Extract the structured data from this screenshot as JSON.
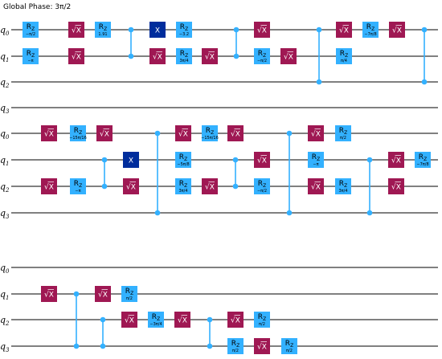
{
  "global_phase": "Global Phase: 3π/2",
  "qubits": [
    "0",
    "1",
    "2",
    "3"
  ],
  "colors": {
    "rz": "#33b1ff",
    "sx": "#9f1853",
    "x": "#002d9c",
    "cz": "#33b1ff",
    "wire": "#000000"
  },
  "rows": [
    {
      "gates": [
        {
          "type": "rz",
          "q": 0,
          "p": "−π/2"
        },
        {
          "type": "rz",
          "q": 1,
          "p": "−π"
        },
        {
          "type": "sx",
          "q": 0
        },
        {
          "type": "sx",
          "q": 1
        },
        {
          "type": "rz",
          "q": 0,
          "p": "1.91"
        },
        {
          "type": "cz",
          "q": [
            0,
            1
          ]
        },
        {
          "type": "x",
          "q": 0
        },
        {
          "type": "sx",
          "q": 1
        },
        {
          "type": "rz",
          "q": 0,
          "p": "−3.2"
        },
        {
          "type": "rz",
          "q": 1,
          "p": "3π/4"
        },
        {
          "type": "sx",
          "q": 1
        },
        {
          "type": "cz",
          "q": [
            0,
            1
          ]
        },
        {
          "type": "sx",
          "q": 0
        },
        {
          "type": "rz",
          "q": 1,
          "p": "−π/2"
        },
        {
          "type": "sx",
          "q": 1
        },
        {
          "type": "cz",
          "q": [
            0,
            2
          ]
        },
        {
          "type": "sx",
          "q": 0
        },
        {
          "type": "rz",
          "q": 1,
          "p": "π/4"
        },
        {
          "type": "rz",
          "q": 0,
          "p": "−7π/8"
        },
        {
          "type": "sx",
          "q": 0
        },
        {
          "type": "cz",
          "q": [
            0,
            2
          ]
        }
      ]
    },
    {
      "gates": [
        {
          "type": "sx",
          "q": 0
        },
        {
          "type": "sx",
          "q": 2
        },
        {
          "type": "rz",
          "q": 0,
          "p": "−15π/16"
        },
        {
          "type": "rz",
          "q": 2,
          "p": "−π"
        },
        {
          "type": "sx",
          "q": 0
        },
        {
          "type": "cz",
          "q": [
            1,
            2
          ]
        },
        {
          "type": "x",
          "q": 1
        },
        {
          "type": "sx",
          "q": 2
        },
        {
          "type": "cz",
          "q": [
            0,
            3
          ]
        },
        {
          "type": "sx",
          "q": 0
        },
        {
          "type": "rz",
          "q": 1,
          "p": "−5π/8"
        },
        {
          "type": "rz",
          "q": 2,
          "p": "3π/4"
        },
        {
          "type": "rz",
          "q": 0,
          "p": "−15π/16"
        },
        {
          "type": "sx",
          "q": 2
        },
        {
          "type": "sx",
          "q": 0
        },
        {
          "type": "cz",
          "q": [
            1,
            2
          ]
        },
        {
          "type": "sx",
          "q": 1
        },
        {
          "type": "rz",
          "q": 2,
          "p": "−π/2"
        },
        {
          "type": "cz",
          "q": [
            0,
            3
          ]
        },
        {
          "type": "sx",
          "q": 0
        },
        {
          "type": "rz",
          "q": 1,
          "p": "−π"
        },
        {
          "type": "sx",
          "q": 2
        },
        {
          "type": "rz",
          "q": 0,
          "p": "π/2"
        },
        {
          "type": "rz",
          "q": 2,
          "p": "3π/4"
        },
        {
          "type": "cz",
          "q": [
            1,
            3
          ]
        },
        {
          "type": "sx",
          "q": 1
        },
        {
          "type": "sx",
          "q": 2
        },
        {
          "type": "rz",
          "q": 1,
          "p": "−7π/8"
        }
      ]
    },
    {
      "gates": [
        {
          "type": "sx",
          "q": 1
        },
        {
          "type": "cz",
          "q": [
            1,
            3
          ]
        },
        {
          "type": "sx",
          "q": 1
        },
        {
          "type": "rz",
          "q": 1,
          "p": "π/2"
        },
        {
          "type": "cz",
          "q": [
            2,
            3
          ]
        },
        {
          "type": "sx",
          "q": 2
        },
        {
          "type": "rz",
          "q": 2,
          "p": "−3π/4"
        },
        {
          "type": "sx",
          "q": 2
        },
        {
          "type": "cz",
          "q": [
            2,
            3
          ]
        },
        {
          "type": "rz",
          "q": 3,
          "p": "π/2"
        },
        {
          "type": "sx",
          "q": 2
        },
        {
          "type": "sx",
          "q": 3
        },
        {
          "type": "rz",
          "q": 2,
          "p": "π/2"
        },
        {
          "type": "rz",
          "q": 3,
          "p": "π/2"
        }
      ]
    }
  ]
}
